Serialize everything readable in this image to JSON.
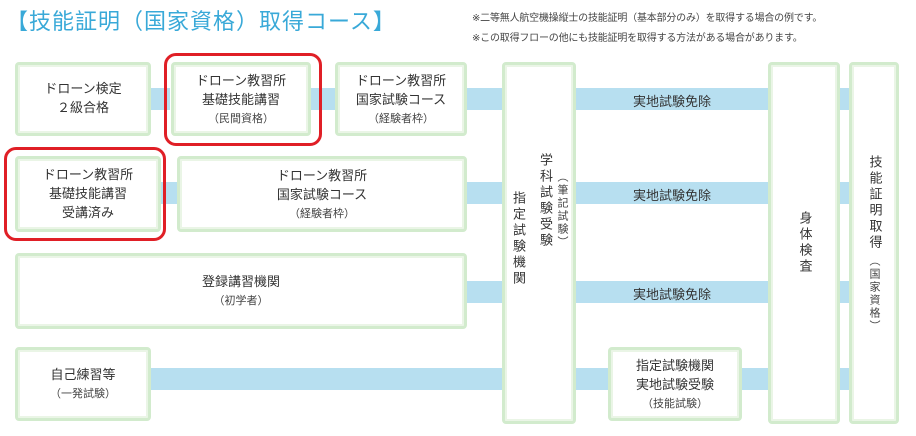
{
  "title": "【技能証明（国家資格）取得コース】",
  "notes": [
    "※二等無人航空機操縦士の技能証明（基本部分のみ）を取得する場合の例です。",
    "※この取得フローの他にも技能証明を取得する方法がある場合があります。"
  ],
  "colors": {
    "title": "#39a9d8",
    "flow_band": "#b7dff0",
    "box_border": "#d2ebcd",
    "highlight": "#e01f26"
  },
  "boxes": {
    "exam_pass": {
      "lines": [
        "ドローン検定",
        "２級合格"
      ]
    },
    "basic_course": {
      "lines": [
        "ドローン教習所",
        "基礎技能講習"
      ],
      "sub": "（民間資格）"
    },
    "national_course_top": {
      "lines": [
        "ドローン教習所",
        "国家試験コース"
      ],
      "sub": "（経験者枠）"
    },
    "basic_done": {
      "lines": [
        "ドローン教習所",
        "基礎技能講習",
        "受講済み"
      ]
    },
    "national_course_mid": {
      "lines": [
        "ドローン教習所",
        "国家試験コース"
      ],
      "sub": "（経験者枠）"
    },
    "registered_school": {
      "lines": [
        "登録講習機関"
      ],
      "sub": "（初学者）"
    },
    "self_practice": {
      "lines": [
        "自己練習等"
      ],
      "sub": "（一発試験）"
    },
    "practical_exam": {
      "lines": [
        "指定試験機関",
        "実地試験受験"
      ],
      "sub": "（技能試験）"
    }
  },
  "academic_exam": {
    "col_right": "学科試験受験",
    "col_right_sub": "（筆記試験）",
    "col_left": "指定試験機関"
  },
  "physical_exam": "身体検査",
  "certification": {
    "main": "技能証明取得",
    "sub": "（国家資格）"
  },
  "flow_labels": [
    "実地試験免除",
    "実地試験免除",
    "実地試験免除"
  ]
}
